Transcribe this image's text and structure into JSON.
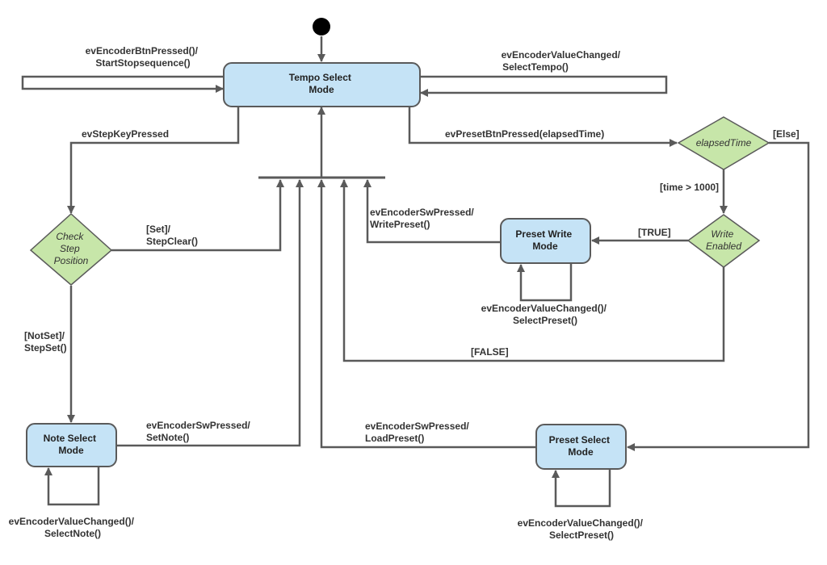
{
  "states": {
    "tempo_select": [
      "Tempo Select",
      "Mode"
    ],
    "preset_write": [
      "Preset Write",
      "Mode"
    ],
    "note_select": [
      "Note Select",
      "Mode"
    ],
    "preset_select": [
      "Preset Select",
      "Mode"
    ]
  },
  "choices": {
    "check_step": [
      "Check",
      "Step",
      "Position"
    ],
    "elapsed_time": [
      "elapsedTime"
    ],
    "write_enabled": [
      "Write",
      "Enabled"
    ]
  },
  "transitions": {
    "encoder_btn_pressed": [
      "evEncoderBtnPressed()/",
      "StartStopsequence()"
    ],
    "encoder_value_changed_tempo": [
      "evEncoderValueChanged/",
      "SelectTempo()"
    ],
    "step_key_pressed": [
      "evStepKeyPressed"
    ],
    "preset_btn_pressed": [
      "evPresetBtnPressed(elapsedTime)"
    ],
    "else_guard": [
      "[Else]"
    ],
    "time_guard": [
      "[time > 1000]"
    ],
    "set_guard": [
      "[Set]/",
      "StepClear()"
    ],
    "write_preset": [
      "evEncoderSwPressed/",
      "WritePreset()"
    ],
    "true_guard": [
      "[TRUE]"
    ],
    "encoder_value_changed_preset_write": [
      "evEncoderValueChanged()/",
      "SelectPreset()"
    ],
    "not_set_guard": [
      "[NotSet]/",
      "StepSet()"
    ],
    "false_guard": [
      "[FALSE]"
    ],
    "set_note": [
      "evEncoderSwPressed/",
      "SetNote()"
    ],
    "load_preset": [
      "evEncoderSwPressed/",
      "LoadPreset()"
    ],
    "encoder_value_changed_note": [
      "evEncoderValueChanged()/",
      "SelectNote()"
    ],
    "encoder_value_changed_preset_select": [
      "evEncoderValueChanged()/",
      "SelectPreset()"
    ]
  }
}
